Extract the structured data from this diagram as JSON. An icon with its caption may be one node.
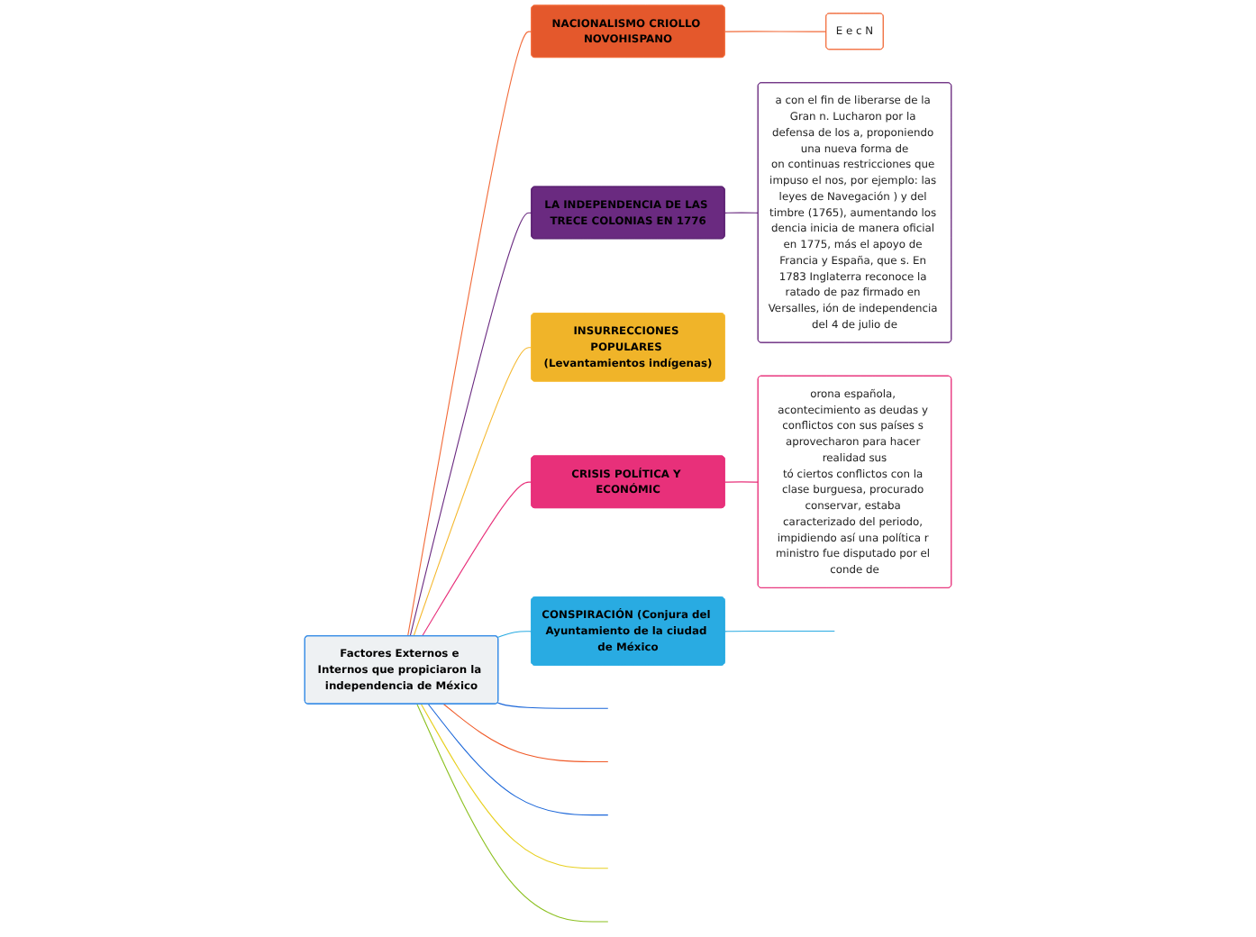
{
  "diagram": {
    "nodes": [
      {
        "text": [
          "Factores Externos e Internos que propiciaron la independencia de México"
        ]
      },
      {
        "text": [
          "NACIONALISMO CRIOLLO NOVOHISPANO"
        ]
      },
      {
        "text": [
          "E e c N"
        ]
      },
      {
        "text": [
          "LA INDEPENDENCIA DE LAS TRECE COLONIAS EN 1776"
        ]
      },
      {
        "text": [
          "a con el fin de liberarse de la Gran n. Lucharon por la defensa de los a, proponiendo una nueva forma de",
          "on continuas restricciones que impuso el nos, por ejemplo: las leyes de Navegación ) y del timbre (1765), aumentando los dencia inicia de manera oficial en 1775, más el apoyo de Francia y España, que s. En 1783 Inglaterra reconoce la ratado de paz firmado en Versalles, ión de independencia del 4 de julio de"
        ]
      },
      {
        "text": [
          "INSURRECCIONES POPULARES (Levantamientos indígenas)"
        ]
      },
      {
        "text": [
          "CRISIS POLÍTICA Y ECONÓMIC"
        ]
      },
      {
        "text": [
          "orona española, acontecimiento as deudas y conflictos con sus países s aprovecharon para hacer realidad sus",
          "tó ciertos conflictos con la clase burguesa, procurado conservar, estaba caracterizado del periodo, impidiendo así una política r ministro fue disputado por el conde de"
        ]
      },
      {
        "text": [
          "CONSPIRACIÓN (Conjura del Ayuntamiento de la ciudad de México"
        ]
      }
    ],
    "edges": [
      {
        "from": 0,
        "to": null,
        "arrow": "none",
        "color": "#1a66d9"
      },
      {
        "from": 0,
        "to": null,
        "arrow": "none",
        "color": "#f05a28"
      },
      {
        "from": 0,
        "to": null,
        "arrow": "none",
        "color": "#1a66d9"
      },
      {
        "from": 0,
        "to": 1,
        "arrow": "none",
        "color": "#f26b3a"
      },
      {
        "from": 1,
        "to": 2,
        "arrow": "none",
        "color": "#f26b3a"
      },
      {
        "from": 0,
        "to": 3,
        "arrow": "none",
        "color": "#6a2a80"
      },
      {
        "from": 3,
        "to": 4,
        "arrow": "none",
        "color": "#6a2a80"
      },
      {
        "from": 0,
        "to": 5,
        "arrow": "none",
        "color": "#f5b82e"
      },
      {
        "from": 0,
        "to": 6,
        "arrow": "none",
        "color": "#e8307a"
      },
      {
        "from": 6,
        "to": 7,
        "arrow": "none",
        "color": "#e8307a"
      },
      {
        "from": 0,
        "to": 8,
        "arrow": "none",
        "color": "#29abe2"
      },
      {
        "from": 8,
        "to": null,
        "arrow": "none",
        "color": "#29abe2"
      },
      {
        "from": 0,
        "to": null,
        "arrow": "none",
        "color": "#e8d020"
      },
      {
        "from": 0,
        "to": null,
        "arrow": "none",
        "color": "#8cc020"
      }
    ]
  }
}
